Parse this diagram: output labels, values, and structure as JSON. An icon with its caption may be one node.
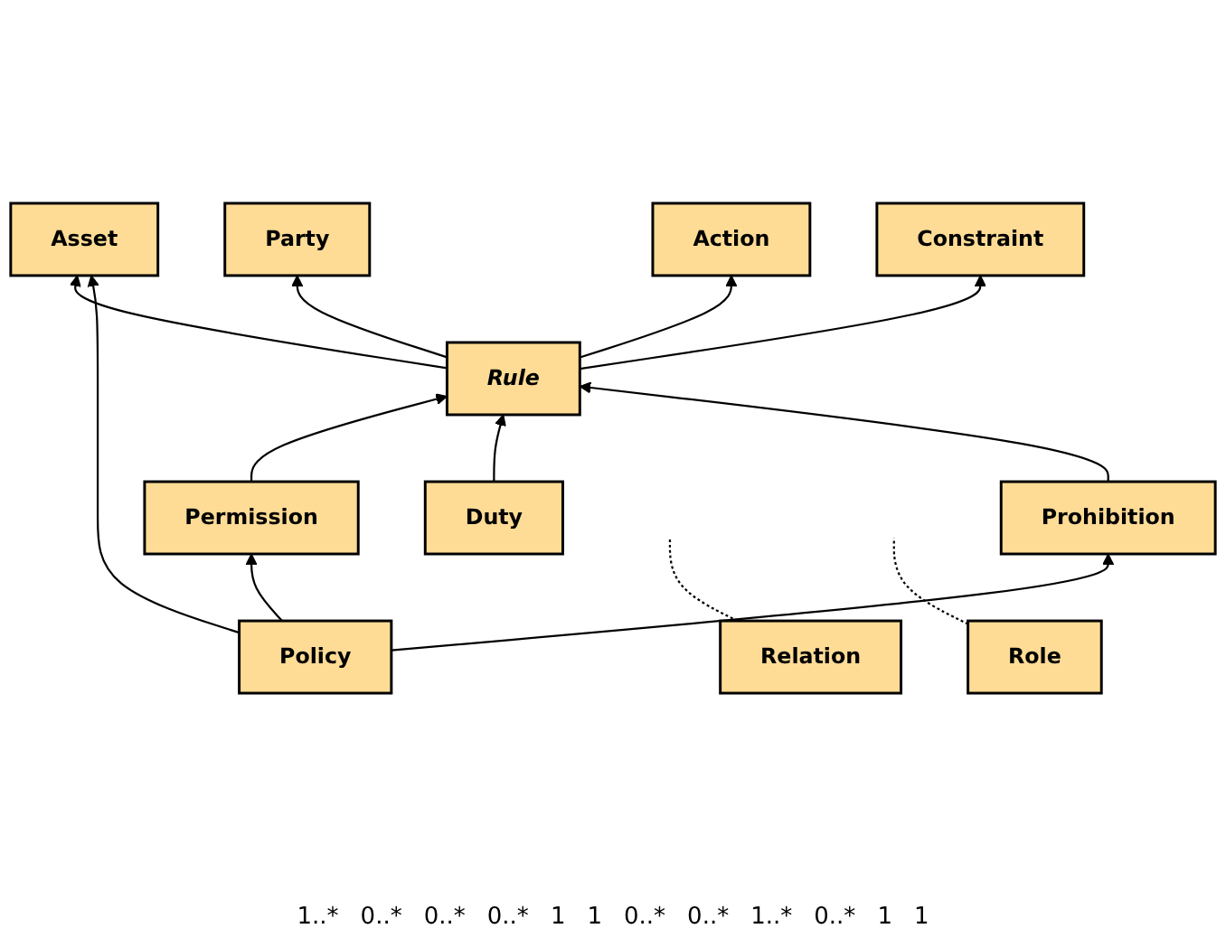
{
  "diagram": {
    "nodes": [
      {
        "text": [
          "Asset"
        ]
      },
      {
        "text": [
          "Relation"
        ]
      },
      {
        "text": [
          "Role"
        ]
      },
      {
        "text": [
          "Party"
        ]
      },
      {
        "text": [
          "Action"
        ]
      },
      {
        "text": [
          "Rule"
        ]
      },
      {
        "text": [
          "Constraint"
        ]
      },
      {
        "text": [
          "Permission"
        ]
      },
      {
        "text": [
          "Duty"
        ]
      },
      {
        "text": [
          "Prohibition"
        ]
      },
      {
        "text": [
          "Policy"
        ]
      }
    ],
    "edges": [
      {
        "from": 5,
        "to": 0,
        "arrow": "to"
      },
      {
        "from": 1,
        "to": null,
        "arrow": "none",
        "style": "dashed"
      },
      {
        "from": 2,
        "to": null,
        "arrow": "none",
        "style": "dashed"
      },
      {
        "from": 5,
        "to": 3,
        "arrow": "to"
      },
      {
        "from": 5,
        "to": 4,
        "arrow": "to"
      },
      {
        "from": 5,
        "to": 6,
        "arrow": "to"
      },
      {
        "from": 7,
        "to": 5,
        "arrow": "to"
      },
      {
        "from": 8,
        "to": 5,
        "arrow": "to"
      },
      {
        "from": 9,
        "to": 5,
        "arrow": "to"
      },
      {
        "from": 10,
        "to": 7,
        "arrow": "to"
      },
      {
        "from": 10,
        "to": 9,
        "arrow": "to"
      },
      {
        "from": 10,
        "to": 0,
        "arrow": "to"
      }
    ],
    "labels": [
      "1..*",
      "0..*",
      "0..*",
      "0..*",
      "1",
      "1",
      "0..*",
      "0..*",
      "1..*",
      "0..*",
      "1",
      "1"
    ]
  }
}
